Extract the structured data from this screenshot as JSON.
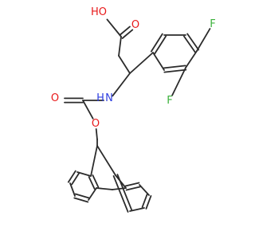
{
  "molecule": {
    "atoms": [
      {
        "id": "a1",
        "element": "C"
      },
      {
        "id": "a2",
        "element": "C"
      },
      {
        "id": "a3",
        "element": "C"
      },
      {
        "id": "a4",
        "element": "C"
      },
      {
        "id": "a5",
        "element": "C"
      },
      {
        "id": "a6",
        "element": "C"
      },
      {
        "id": "a7",
        "element": "C"
      },
      {
        "id": "a8",
        "element": "C"
      },
      {
        "id": "a9",
        "element": "C"
      },
      {
        "id": "a10",
        "element": "C"
      },
      {
        "id": "a11",
        "element": "C"
      },
      {
        "id": "a12",
        "element": "C"
      },
      {
        "id": "a13",
        "element": "C"
      },
      {
        "id": "a14",
        "element": "C"
      },
      {
        "id": "a15",
        "element": "C"
      },
      {
        "id": "a16",
        "element": "C"
      },
      {
        "id": "a17",
        "element": "O"
      },
      {
        "id": "a18",
        "element": "C"
      },
      {
        "id": "a19",
        "element": "O"
      },
      {
        "id": "a20",
        "element": "N",
        "hydrogens": 1
      },
      {
        "id": "a21",
        "element": "C"
      },
      {
        "id": "a22",
        "element": "C"
      },
      {
        "id": "a23",
        "element": "C"
      },
      {
        "id": "a24",
        "element": "O"
      },
      {
        "id": "a25",
        "element": "O",
        "hydrogens": 1
      },
      {
        "id": "a26",
        "element": "C"
      },
      {
        "id": "a27",
        "element": "C"
      },
      {
        "id": "a28",
        "element": "C"
      },
      {
        "id": "a29",
        "element": "C"
      },
      {
        "id": "a30",
        "element": "F"
      },
      {
        "id": "a31",
        "element": "C"
      },
      {
        "id": "a32",
        "element": "C"
      },
      {
        "id": "a33",
        "element": "F"
      }
    ],
    "bonds": [
      {
        "a": "a1",
        "b": "a2",
        "order": 1
      },
      {
        "a": "a2",
        "b": "a3",
        "order": 2
      },
      {
        "a": "a3",
        "b": "a4",
        "order": 1
      },
      {
        "a": "a4",
        "b": "a5",
        "order": 2
      },
      {
        "a": "a5",
        "b": "a6",
        "order": 1
      },
      {
        "a": "a6",
        "b": "a1",
        "order": 2
      },
      {
        "a": "a6",
        "b": "a7",
        "order": 1
      },
      {
        "a": "a7",
        "b": "a8",
        "order": 1
      },
      {
        "a": "a8",
        "b": "a9",
        "order": 2
      },
      {
        "a": "a9",
        "b": "a10",
        "order": 1
      },
      {
        "a": "a10",
        "b": "a11",
        "order": 2
      },
      {
        "a": "a11",
        "b": "a12",
        "order": 1
      },
      {
        "a": "a12",
        "b": "a13",
        "order": 2
      },
      {
        "a": "a13",
        "b": "a8",
        "order": 1
      },
      {
        "a": "a13",
        "b": "a14",
        "order": 1
      },
      {
        "a": "a14",
        "b": "a1",
        "order": 1
      },
      {
        "a": "a14",
        "b": "a15",
        "order": 1
      },
      {
        "a": "a15",
        "b": "a16",
        "order": 1
      },
      {
        "a": "a16",
        "b": "a17",
        "order": 1
      },
      {
        "a": "a17",
        "b": "a18",
        "order": 1
      },
      {
        "a": "a18",
        "b": "a19",
        "order": 2
      },
      {
        "a": "a18",
        "b": "a20",
        "order": 1
      },
      {
        "a": "a20",
        "b": "a21",
        "order": 1
      },
      {
        "a": "a21",
        "b": "a22",
        "order": 1
      },
      {
        "a": "a22",
        "b": "a23",
        "order": 1
      },
      {
        "a": "a23",
        "b": "a24",
        "order": 2
      },
      {
        "a": "a23",
        "b": "a25",
        "order": 1
      },
      {
        "a": "a21",
        "b": "a26",
        "order": 1
      },
      {
        "a": "a26",
        "b": "a27",
        "order": 2
      },
      {
        "a": "a27",
        "b": "a28",
        "order": 1
      },
      {
        "a": "a28",
        "b": "a29",
        "order": 2
      },
      {
        "a": "a29",
        "b": "a30",
        "order": 1
      },
      {
        "a": "a29",
        "b": "a31",
        "order": 1
      },
      {
        "a": "a31",
        "b": "a32",
        "order": 2
      },
      {
        "a": "a32",
        "b": "a26",
        "order": 1
      },
      {
        "a": "a31",
        "b": "a33",
        "order": 1
      }
    ]
  },
  "labels": {
    "hydroxyl": "HO",
    "carbonyl_acid_oxygen": "O",
    "nitrogen": "N",
    "nitrogen_hydrogen": "H",
    "carbamate_carbonyl_oxygen": "O",
    "carbamate_ester_oxygen": "O",
    "fluorine_para": "F",
    "fluorine_ortho": "F"
  },
  "colors": {
    "bond": "#2b2b2b",
    "oxygen": "#e8191a",
    "nitrogen": "#2f3fe0",
    "fluorine": "#3bb13b"
  }
}
